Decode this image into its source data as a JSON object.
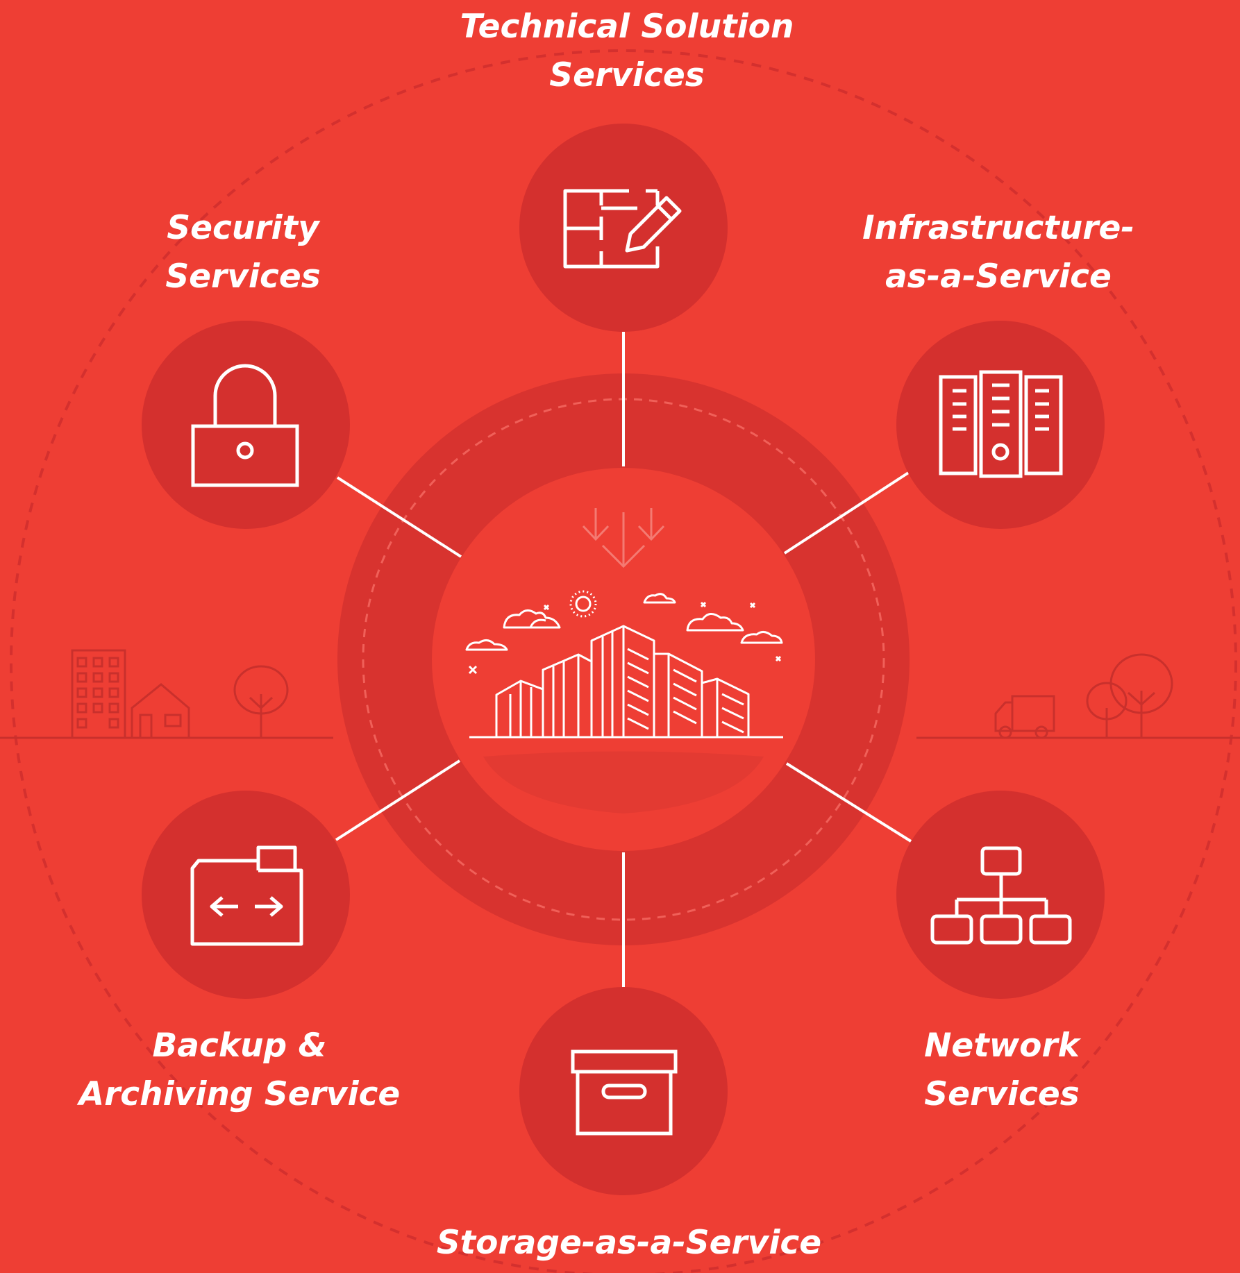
{
  "colors": {
    "background": "#ee3e34",
    "dark_circle": "#d4302e",
    "ring": "#d8332f",
    "line": "#ffffff",
    "scenery": "#c9302c"
  },
  "center": {
    "icon": "city-buildings-icon"
  },
  "services": [
    {
      "id": "technical",
      "label_lines": [
        "Technical Solution",
        "Services"
      ],
      "icon": "floorplan-pencil-icon"
    },
    {
      "id": "security",
      "label_lines": [
        "Security",
        "Services"
      ],
      "icon": "padlock-icon"
    },
    {
      "id": "iaas",
      "label_lines": [
        "Infrastructure-",
        "as-a-Service"
      ],
      "icon": "server-rack-icon"
    },
    {
      "id": "backup",
      "label_lines": [
        "Backup &",
        "Archiving Service"
      ],
      "icon": "folder-arrows-icon"
    },
    {
      "id": "network",
      "label_lines": [
        "Network",
        "Services"
      ],
      "icon": "network-hierarchy-icon"
    },
    {
      "id": "storage",
      "label_lines": [
        "Storage-as-a-Service"
      ],
      "icon": "archive-box-icon"
    }
  ]
}
